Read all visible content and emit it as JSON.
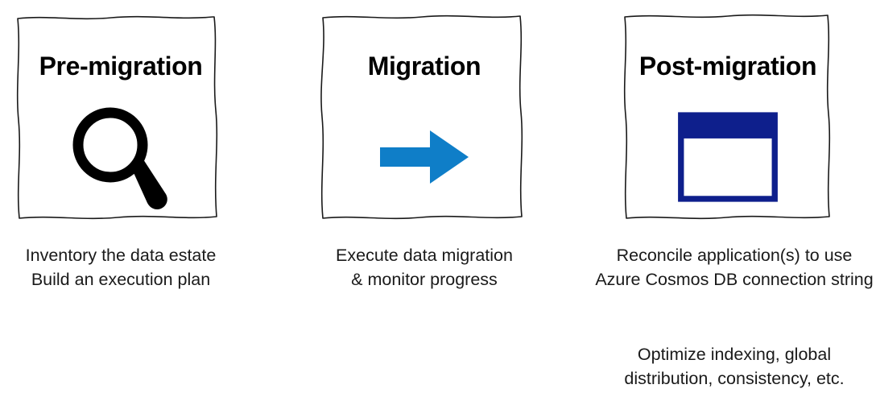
{
  "diagram": {
    "type": "three-phase-migration-process",
    "colors": {
      "sketch_border": "#1a1a1a",
      "arrow_blue": "#0F7EC8",
      "window_navy": "#0E1F8C",
      "text": "#1a1a1a",
      "background": "#ffffff"
    },
    "panels": [
      {
        "id": "pre-migration",
        "title": "Pre-migration",
        "icon": "magnifier-icon",
        "caption_lines": [
          "Inventory the data estate",
          "Build an execution plan"
        ]
      },
      {
        "id": "migration",
        "title": "Migration",
        "icon": "right-arrow-icon",
        "caption_lines": [
          "Execute data migration",
          "& monitor progress"
        ]
      },
      {
        "id": "post-migration",
        "title": "Post-migration",
        "icon": "window-icon",
        "caption_lines": [
          "Reconcile application(s) to use Azure Cosmos DB connection string"
        ],
        "caption_extra": "Optimize indexing, global distribution, consistency, etc."
      }
    ]
  }
}
